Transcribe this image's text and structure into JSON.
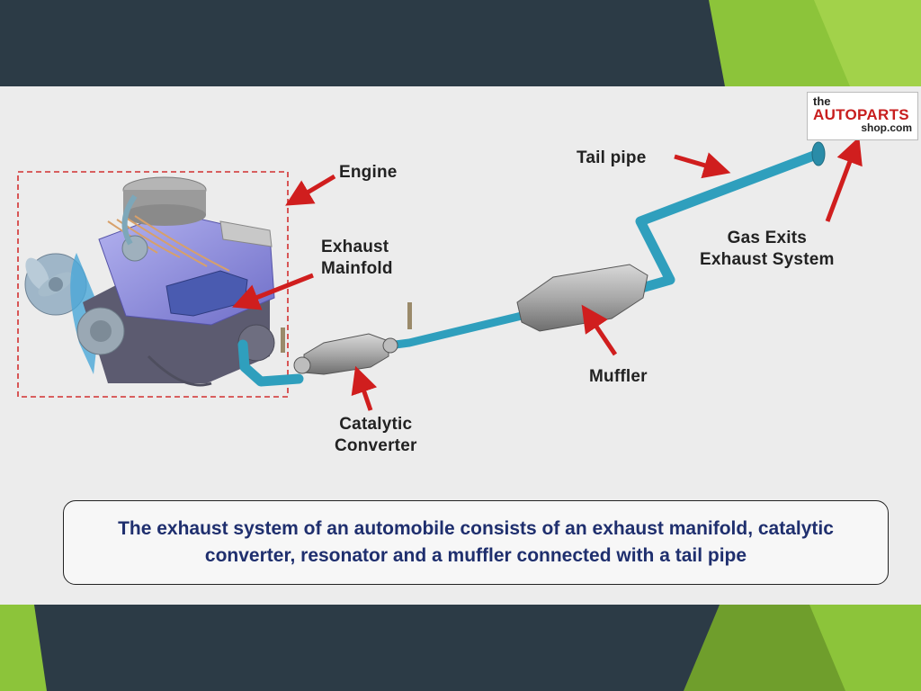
{
  "labels": {
    "engine": "Engine",
    "exhaust_manifold": "Exhaust\nMainfold",
    "catalytic_converter": "Catalytic\nConverter",
    "muffler": "Muffler",
    "tail_pipe": "Tail pipe",
    "gas_exits": "Gas Exits\nExhaust  System"
  },
  "caption": "The exhaust system of an automobile consists of an exhaust manifold, catalytic converter, resonator and a muffler connected with a tail pipe",
  "logo": {
    "the": "the",
    "brand": "AUTOPARTS",
    "domain": "shop.com"
  },
  "colors": {
    "pipe": "#2f9fbd",
    "arrow": "#d01e1e",
    "engine_block": "#8e8de0",
    "deco_green": "#8cc43a",
    "deco_dark": "#2c3b46",
    "caption_text": "#1f2f6e"
  }
}
